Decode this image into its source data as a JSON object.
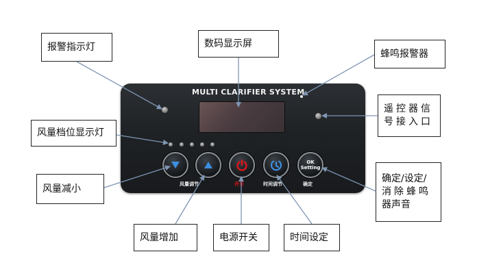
{
  "labels": {
    "alarm_indicator": "报警指示灯",
    "digital_display": "数码显示屏",
    "buzzer": "蜂鸣报警器",
    "remote_receiver": "遥控器信号接入口",
    "fan_level_indicator": "风量档位显示灯",
    "fan_decrease": "风量减小",
    "confirm_line1": "确定/设定/",
    "confirm_line2": "消除蜂鸣",
    "confirm_line3": "器声音",
    "fan_increase": "风量增加",
    "power_switch": "电源开关",
    "time_setting": "时间设定"
  },
  "panel": {
    "title": "MULTI CLARIFIER SYSTEM",
    "caption_fan": "风量调节",
    "caption_power": "开关",
    "caption_timer": "时间调节",
    "caption_ok": "确定",
    "ok_label": "OK",
    "setting_label": "Setting"
  },
  "colors": {
    "panel": "#1f2225",
    "arrow": "#7f95b3",
    "power_red": "#e0141b",
    "button_blue": "#3d8ee0",
    "caption_red": "#e0141b",
    "caption_light": "#e8e8e8"
  }
}
